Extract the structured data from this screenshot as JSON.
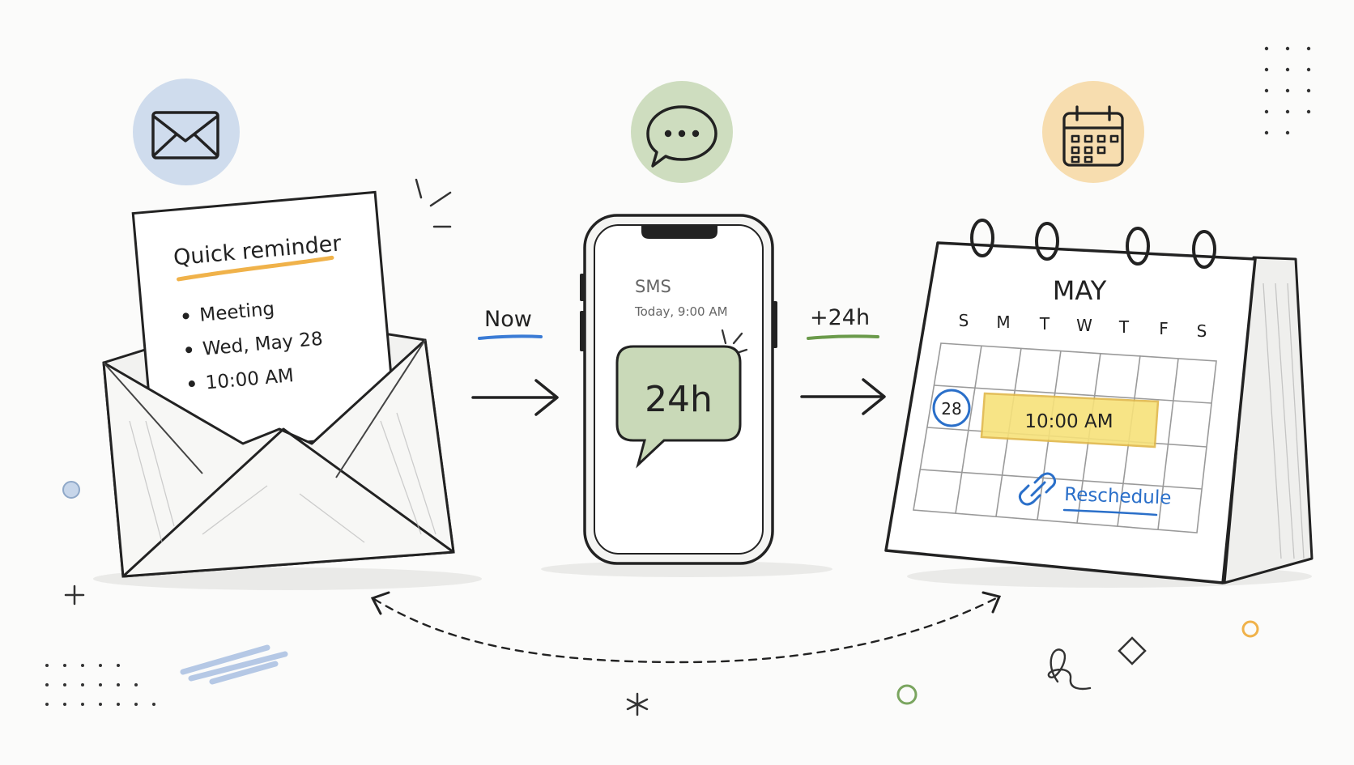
{
  "email": {
    "note_title": "Quick reminder",
    "bullets": [
      "Meeting",
      "Wed, May 28",
      "10:00 AM"
    ],
    "icon": "envelope-icon"
  },
  "transitions": {
    "first_label": "Now",
    "second_label": "+24h"
  },
  "phone": {
    "channel": "SMS",
    "timestamp": "Today, 9:00 AM",
    "bubble_text": "24h",
    "icon": "chat-bubble-icon"
  },
  "calendar": {
    "month": "MAY",
    "weekdays": [
      "S",
      "M",
      "T",
      "W",
      "T",
      "F",
      "S"
    ],
    "highlighted_day": "28",
    "event_time": "10:00 AM",
    "action_label": "Reschedule",
    "icon": "calendar-icon"
  },
  "colors": {
    "email_accent": "#b9cde6",
    "sms_accent": "#c9d9b8",
    "calendar_accent": "#f6d9a6",
    "underline_orange": "#f0b24a",
    "underline_blue": "#3a7bd5",
    "underline_green": "#6a9a4a",
    "event_highlight": "#f7e27a",
    "link_blue": "#2a6fc9"
  }
}
